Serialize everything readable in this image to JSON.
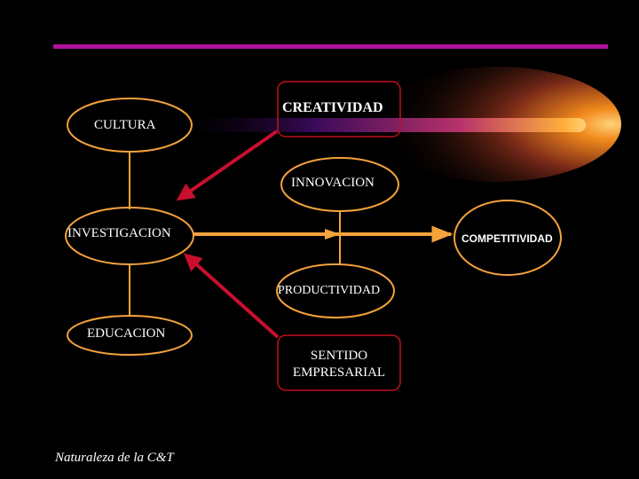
{
  "nodes": {
    "cultura": "CULTURA",
    "creatividad": "CREATIVIDAD",
    "innovacion": "INNOVACION",
    "investigacion": "INVESTIGACION",
    "competitividad": "COMPETITIVIDAD",
    "productividad": "PRODUCTIVIDAD",
    "educacion": "EDUCACION",
    "sentido_line1": "SENTIDO",
    "sentido_line2": "EMPRESARIAL"
  },
  "footer": "Naturaleza de la  C&T",
  "colors": {
    "ellipse_stroke": "#f4a23c",
    "box_stroke": "#c0101a",
    "red_arrow": "#c8102e",
    "orange_arrow": "#f4a23c",
    "top_bar": "#b0129a",
    "background": "#000000"
  }
}
